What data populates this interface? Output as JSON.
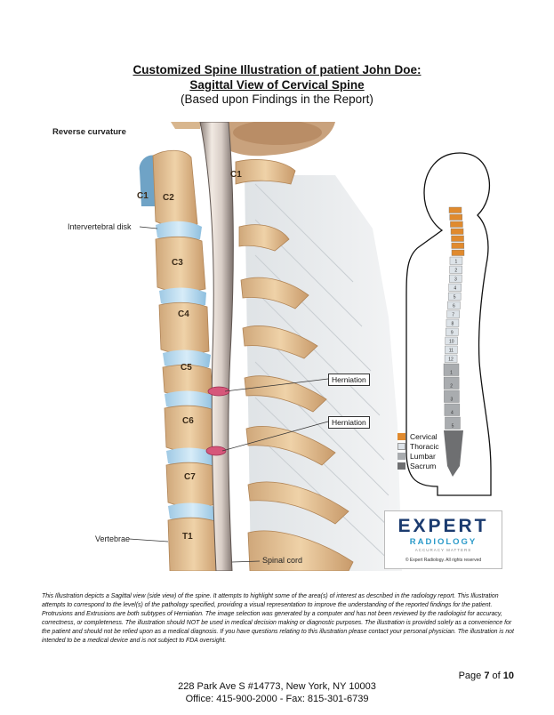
{
  "header": {
    "title_line1": "Customized Spine Illustration of patient John Doe:",
    "title_line2": "Sagittal View of Cervical Spine",
    "title_line3": "(Based upon Findings in the Report)"
  },
  "illustration": {
    "heading": "Reverse curvature",
    "label_intervertebral": "Intervertebral disk",
    "label_vertebrae": "Vertebrae",
    "label_spinal_cord": "Spinal cord",
    "herniation_1": "Herniation",
    "herniation_2": "Herniation",
    "levels": [
      "C1",
      "C2",
      "C3",
      "C4",
      "C5",
      "C6",
      "C7",
      "T1"
    ],
    "c1_posterior": "C1"
  },
  "legend": {
    "items": [
      {
        "label": "Cervical",
        "color": "#e08a2e"
      },
      {
        "label": "Thoracic",
        "color": "#dde3e8"
      },
      {
        "label": "Lumbar",
        "color": "#a9acaf"
      },
      {
        "label": "Sacrum",
        "color": "#6e6f71"
      }
    ]
  },
  "mini_spine_numbers": [
    "1",
    "2",
    "3",
    "4",
    "5",
    "6",
    "7",
    "8",
    "9",
    "10",
    "11",
    "12",
    "1",
    "2",
    "3",
    "4",
    "5"
  ],
  "logo": {
    "brand": "EXPERT",
    "sub": "RADIOLOGY",
    "tagline": "ACCURACY MATTERS",
    "copyright": "© Expert Radiology. All rights reserved"
  },
  "disclaimer": "This Illustration depicts a Sagittal view (side view) of the spine. It attempts to highlight some of the area(s) of interest as described in the radiology report. This Illustration attempts to correspond to the level(s) of the pathology specified, providing a visual representation to improve the understanding of the reported findings for the patient. Protrusions and Extrusions are both subtypes of Herniation. The image selection was generated by a computer and has not been reviewed by the radiologist for accuracy, correctness, or completeness. The illustration should NOT be used in medical decision making or diagnostic purposes. The illustration is provided solely as a convenience for the patient and should not be relied upon as a medical diagnosis. If you have questions relating to this illustration please contact your personal physician. The illustration is not intended to be a medical device and is not subject to FDA oversight.",
  "footer": {
    "page_prefix": "Page ",
    "page_current": "7",
    "page_of": " of ",
    "page_total": "10",
    "address": "228 Park Ave S #14773, New York, NY 10003",
    "contact": "Office: 415-900-2000 - Fax: 815-301-6739"
  }
}
